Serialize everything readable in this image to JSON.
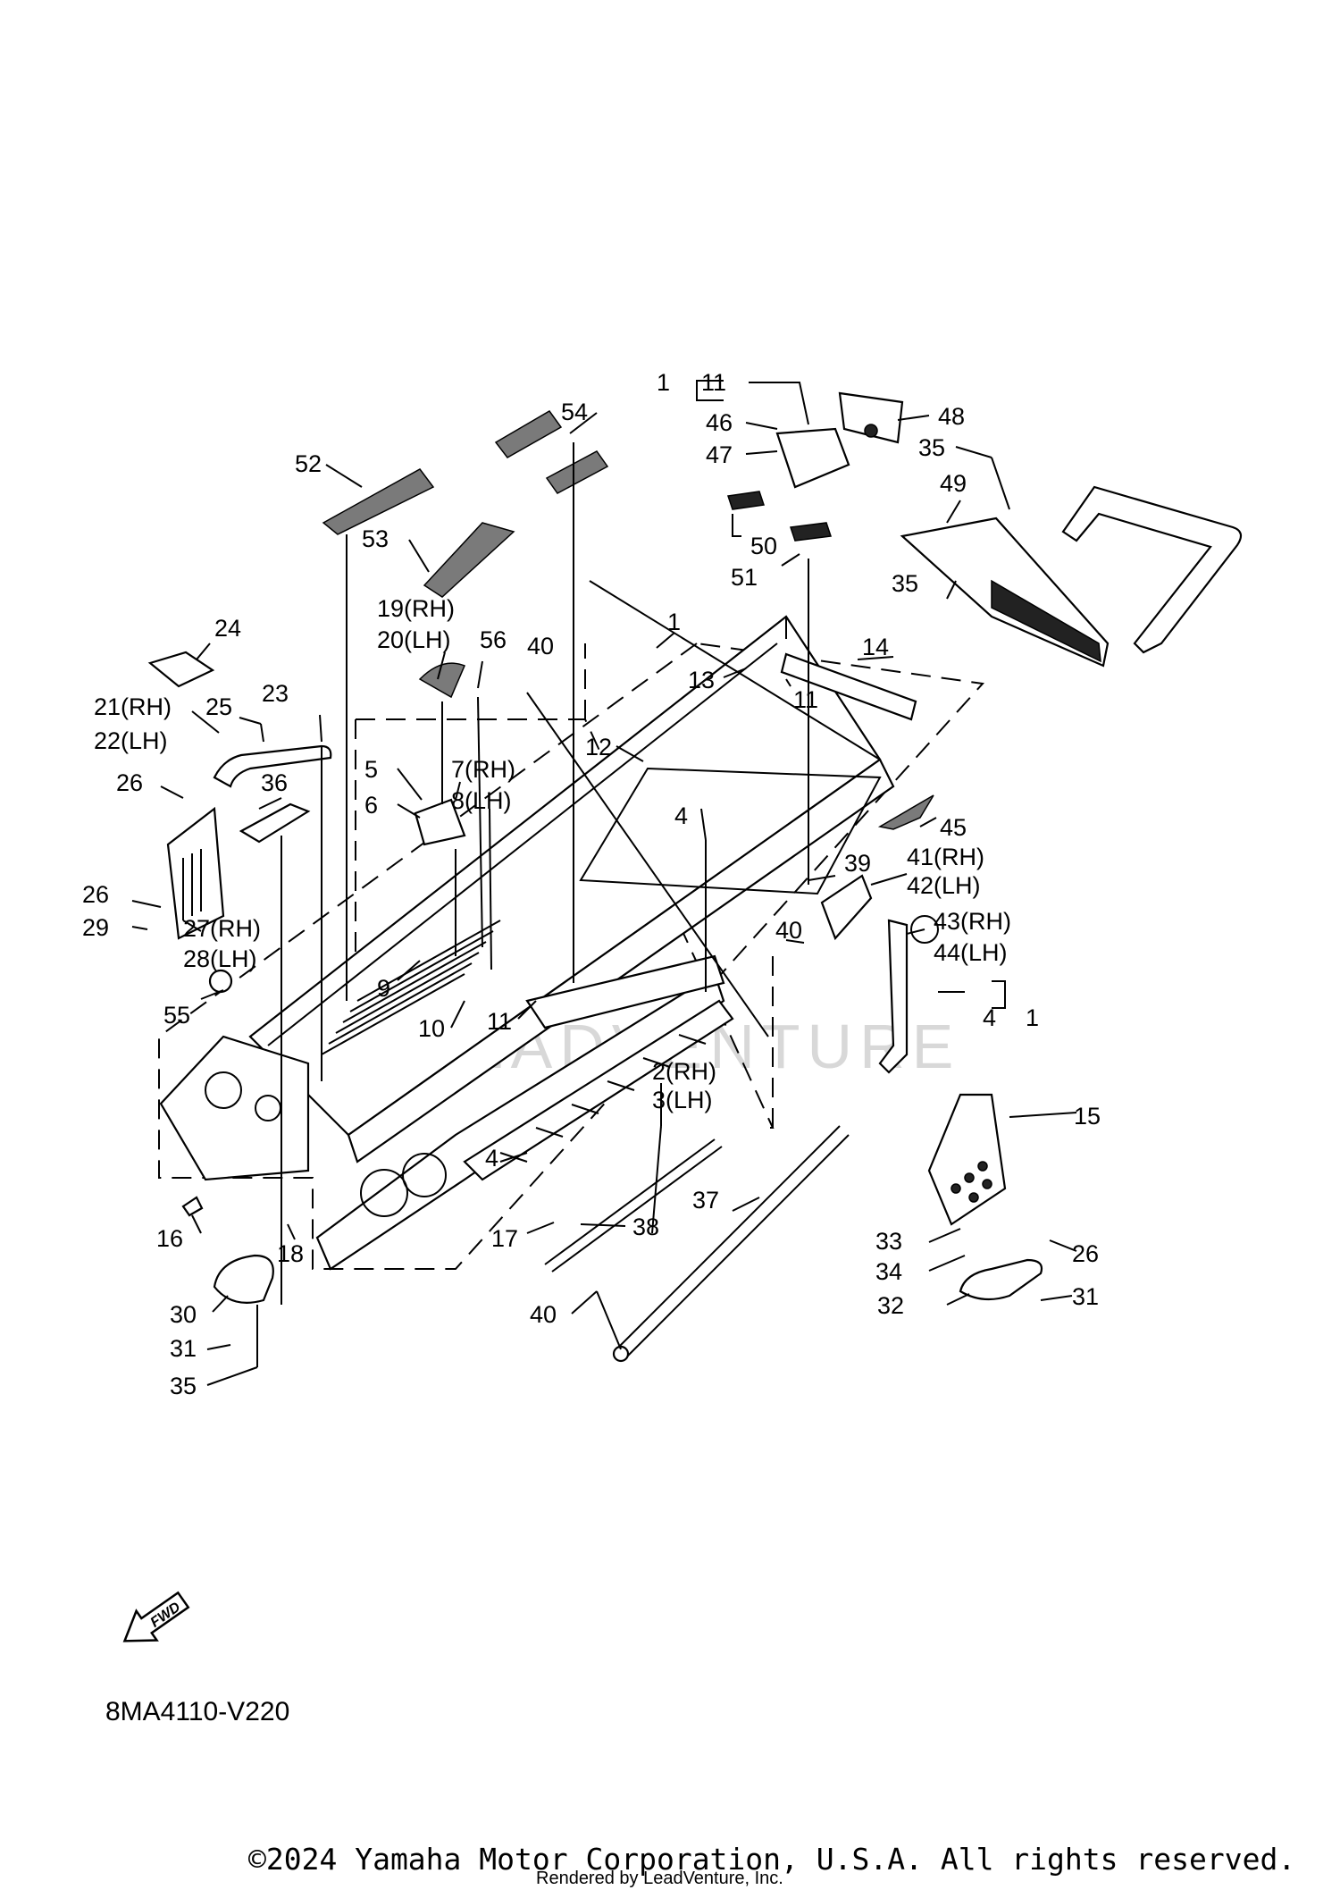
{
  "diagram_code": "8MA4110-V220",
  "fwd_label": "FWD",
  "watermark": "LEADVENTURE",
  "copyright": "©2024 Yamaha Motor Corporation, U.S.A. All rights reserved.",
  "rendered_by": "Rendered by LeadVenture, Inc.",
  "callouts": {
    "c1_11_prefix": "1",
    "c1_11_suffix": "11",
    "c4_1_prefix": "4",
    "c4_1_suffix": "1",
    "c54": "54",
    "c52": "52",
    "c53": "53",
    "c46": "46",
    "c47": "47",
    "c48": "48",
    "c35_top": "35",
    "c49": "49",
    "c35_mid": "35",
    "c50": "50",
    "c51": "51",
    "c19": "19(RH)",
    "c20": "20(LH)",
    "c56": "56",
    "c40_top": "40",
    "c24": "24",
    "c1": "1",
    "c14": "14",
    "c13": "13",
    "c11_mid": "11",
    "c21": "21(RH)",
    "c22": "22(LH)",
    "c25": "25",
    "c23": "23",
    "c12": "12",
    "c5": "5",
    "c6": "6",
    "c7": "7(RH)",
    "c8": "8(LH)",
    "c26_left": "26",
    "c36": "36",
    "c4_top": "4",
    "c45": "45",
    "c39": "39",
    "c41": "41(RH)",
    "c42": "42(LH)",
    "c26_left2": "26",
    "c29": "29",
    "c27": "27(RH)",
    "c28": "28(LH)",
    "c40_mid": "40",
    "c43": "43(RH)",
    "c44": "44(LH)",
    "c9": "9",
    "c55": "55",
    "c10": "10",
    "c11_low": "11",
    "c2": "2(RH)",
    "c3": "3(LH)",
    "c15": "15",
    "c4_low": "4",
    "c37": "37",
    "c16": "16",
    "c17": "17",
    "c38": "38",
    "c18": "18",
    "c33": "33",
    "c34": "34",
    "c26_right": "26",
    "c30": "30",
    "c32": "32",
    "c31_right": "31",
    "c40_low": "40",
    "c31_left": "31",
    "c35_low": "35"
  }
}
